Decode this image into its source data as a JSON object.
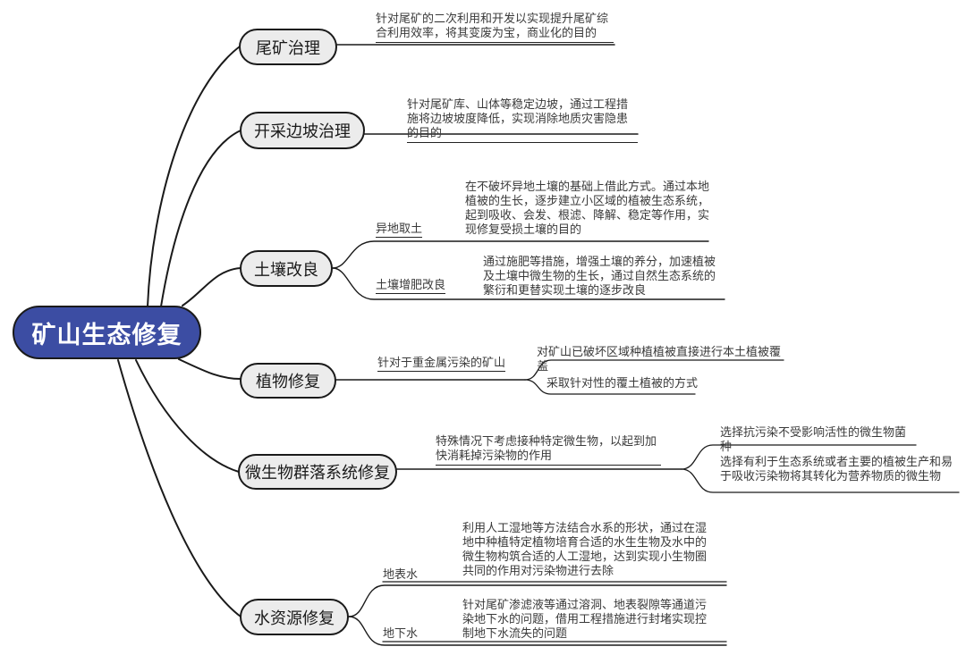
{
  "root": {
    "label": "矿山生态修复"
  },
  "colors": {
    "root_fill": "#3c4da3",
    "root_text": "#ffffff",
    "node_fill": "#ececec",
    "node_border": "#1a1a1a",
    "line": "#1a1a1a",
    "note_text": "#3a3a3a"
  },
  "branches": [
    {
      "label": "尾矿治理",
      "note": "针对尾矿的二次利用和开发以实现提升尾矿综合利用效率，将其变废为宝，商业化的目的"
    },
    {
      "label": "开采边坡治理",
      "note": "针对尾矿库、山体等稳定边坡，通过工程措施将边坡坡度降低，实现消除地质灾害隐患的目的"
    },
    {
      "label": "土壤改良",
      "children": [
        {
          "label": "异地取土",
          "note": "在不破坏异地土壤的基础上借此方式。通过本地植被的生长，逐步建立小区域的植被生态系统，起到吸收、会发、根滤、降解、稳定等作用，实现修复受损土壤的目的"
        },
        {
          "label": "土壤增肥改良",
          "note": "通过施肥等措施，增强土壤的养分，加速植被及土壤中微生物的生长，通过自然生态系统的繁衍和更替实现土壤的逐步改良"
        }
      ]
    },
    {
      "label": "植物修复",
      "qualifier": "针对于重金属污染的矿山",
      "children": [
        {
          "note": "对矿山已破坏区域种植植被直接进行本土植被覆盖"
        },
        {
          "note": "采取针对性的覆土植被的方式"
        }
      ]
    },
    {
      "label": "微生物群落系统修复",
      "qualifier": "特殊情况下考虑接种特定微生物，以起到加快消耗掉污染物的作用",
      "children": [
        {
          "note": "选择抗污染不受影响活性的微生物菌种"
        },
        {
          "note": "选择有利于生态系统或者主要的植被生产和易于吸收污染物将其转化为营养物质的微生物"
        }
      ]
    },
    {
      "label": "水资源修复",
      "children": [
        {
          "label": "地表水",
          "note": "利用人工湿地等方法结合水系的形状，通过在湿地中种植特定植物培育合适的水生生物及水中的微生物构筑合适的人工湿地，达到实现小生物圈共同的作用对污染物进行去除"
        },
        {
          "label": "地下水",
          "note": "针对尾矿渗滤液等通过溶洞、地表裂隙等通道污染地下水的问题，借用工程措施进行封堵实现控制地下水流失的问题"
        }
      ]
    }
  ]
}
